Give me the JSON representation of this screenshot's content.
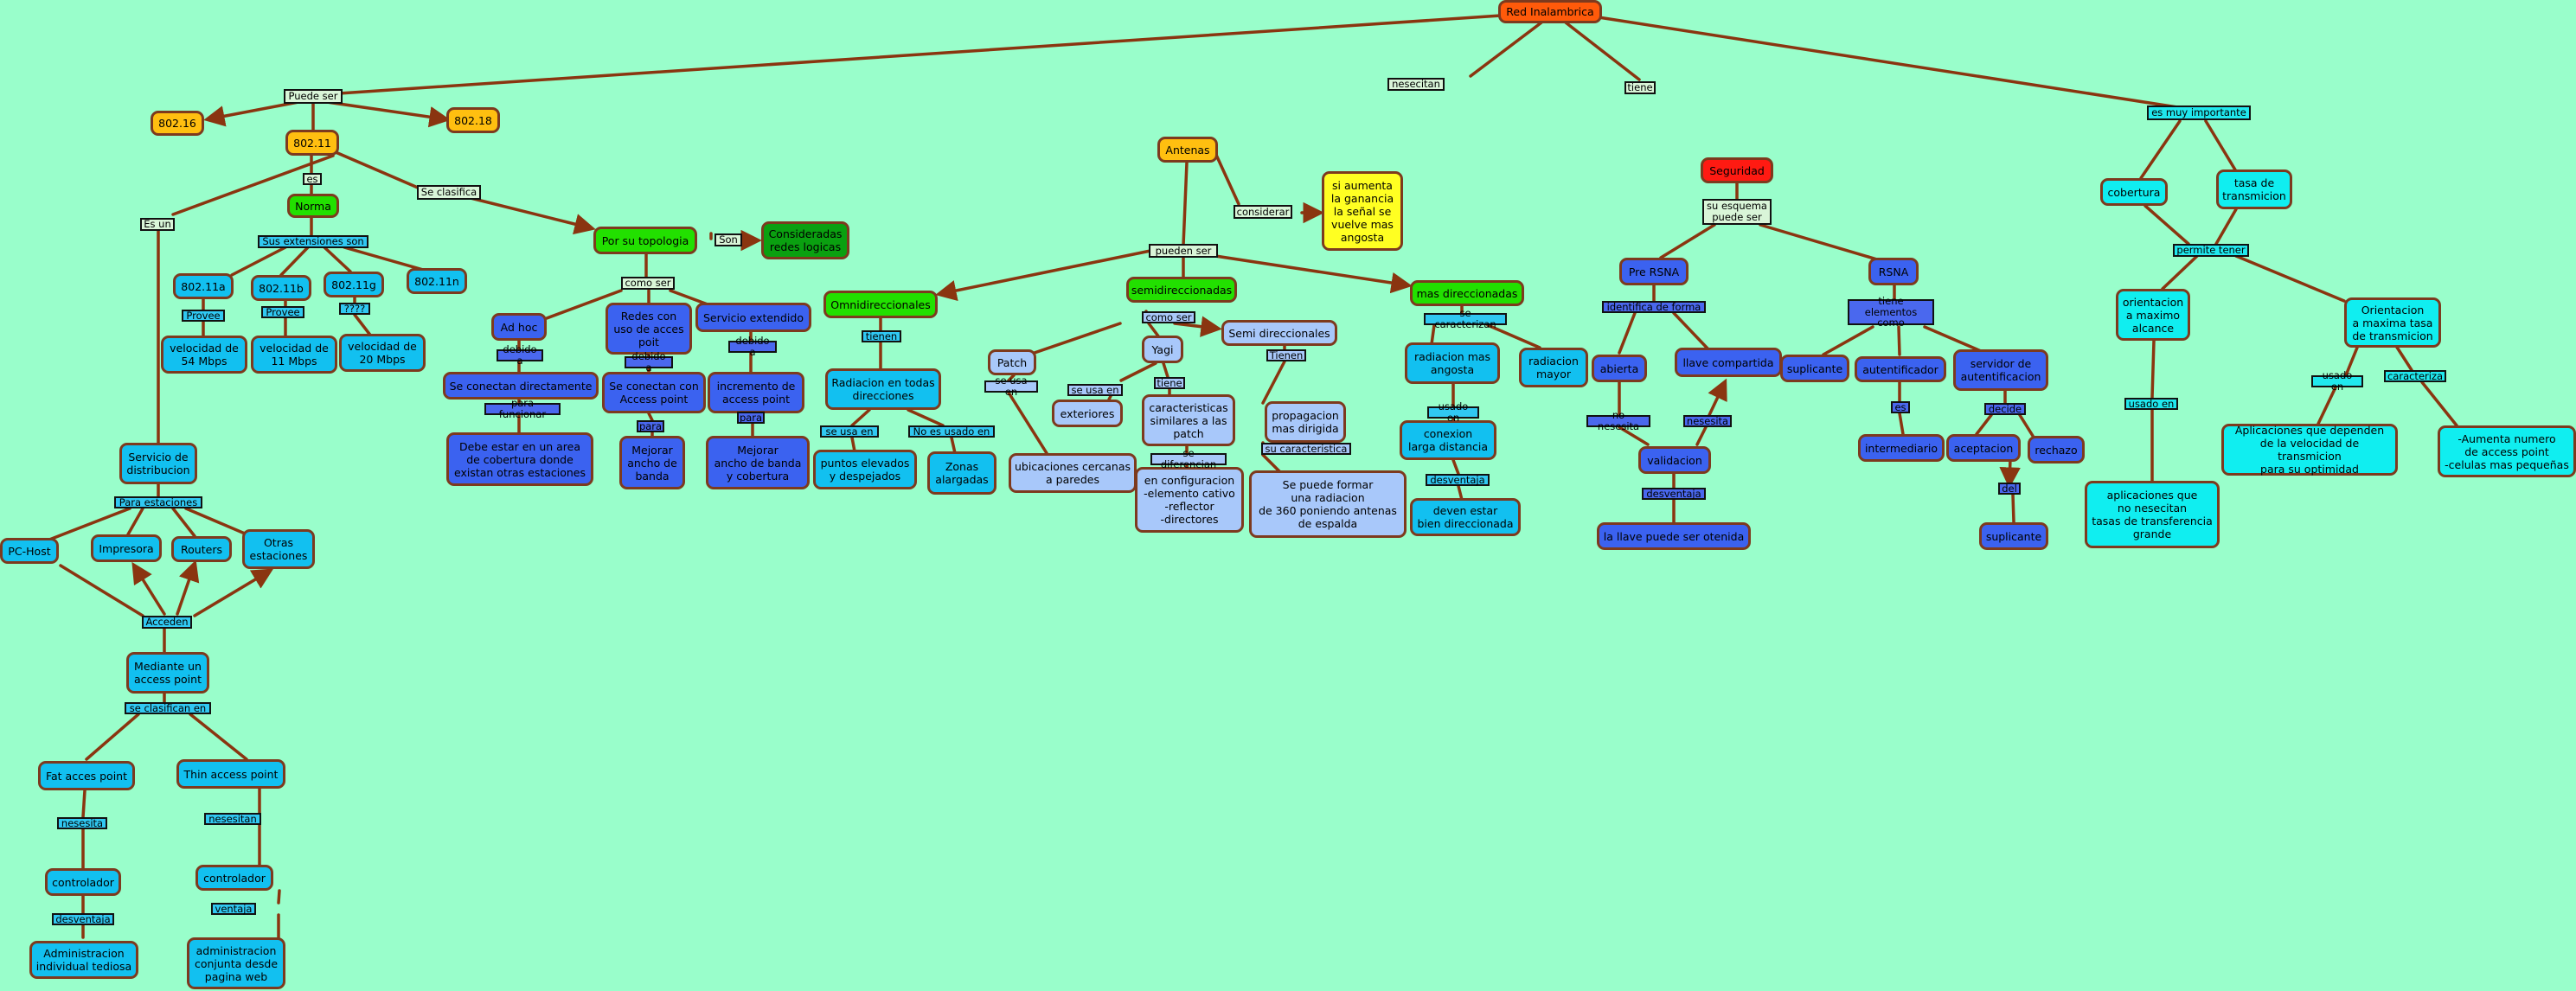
{
  "colors": {
    "background": "#99fecb",
    "edge": "#8a3510",
    "node_border": "#7d3a1e"
  },
  "nodes": {
    "root": "Red Inalambrica",
    "n80216": "802.16",
    "n80211": "802.11",
    "n80218": "802.18",
    "norma": "Norma",
    "n80211a": "802.11a",
    "n80211b": "802.11b",
    "n80211g": "802.11g",
    "n80211n": "802.11n",
    "vel54": "velocidad de\n54 Mbps",
    "vel11": "velocidad de\n11 Mbps",
    "vel20": "velocidad de\n20 Mbps",
    "serv_dist": "Servicio de\ndistribucion",
    "pchost": "PC-Host",
    "impresora": "Impresora",
    "routers": "Routers",
    "otras_est": "Otras\nestaciones",
    "mediante_ap": "Mediante un\naccess point",
    "fat_ap": "Fat acces point",
    "thin_ap": "Thin access point",
    "controlador1": "controlador",
    "controlador2": "controlador",
    "admin_ind": "Administracion\nindividual tediosa",
    "admin_conj": "administracion\nconjunta desde\npagina web",
    "topologia": "Por su topologia",
    "redes_logicas": "Consideradas\nredes logicas",
    "adhoc": "Ad hoc",
    "redes_uso_ap": "Redes con\nuso de acces\npoit",
    "serv_ext": "Servicio extendido",
    "conectan_dir": "Se conectan directamente",
    "conectan_ap": "Se conectan con\nAccess point",
    "incremento_ap": "incremento de\naccess point",
    "area_cobertura": "Debe estar en un area\nde cobertura donde\nexistan otras estaciones",
    "mejorar_banda": "Mejorar\nancho de\nbanda",
    "mejorar_cob": "Mejorar\nancho de banda\ny cobertura",
    "antenas": "Antenas",
    "ganancia": "si aumenta\nla ganancia\nla señal se\nvuelve mas\nangosta",
    "omni": "Omnidireccionales",
    "semi": "semidireccionadas",
    "mas_dir": "mas direccionadas",
    "rad_todas": "Radiacion en todas\ndirecciones",
    "puntos_elev": "puntos elevados\ny despejados",
    "zonas_alarg": "Zonas\nalargadas",
    "patch": "Patch",
    "yagi": "Yagi",
    "semi_dir": "Semi direccionales",
    "exteriores": "exteriores",
    "ubicaciones": "ubicaciones cercanas\na paredes",
    "carac_patch": "caracteristicas\nsimilares a las\npatch",
    "config": "en configuracion\n-elemento cativo\n-reflector\n-directores",
    "propagacion": "propagacion\nmas dirigida",
    "formar_rad": "Se puede formar\nuna radiacion\nde 360 poniendo antenas\nde espalda",
    "rad_angosta": "radiacion mas\nangosta",
    "rad_mayor": "radiacion\nmayor",
    "conexion_larga": "conexion\nlarga distancia",
    "bien_dir": "deven estar\nbien direccionada",
    "seguridad": "Seguridad",
    "pre_rsna": "Pre RSNA",
    "rsna": "RSNA",
    "abierta": "abierta",
    "llave_comp": "llave compartida",
    "validacion": "validacion",
    "llave_obtenida": "la llave puede ser otenida",
    "suplicante1": "suplicante",
    "autentificador": "autentificador",
    "serv_auth": "servidor de\nautentificacion",
    "intermediario": "intermediario",
    "aceptacion": "aceptacion",
    "rechazo": "rechazo",
    "suplicante2": "suplicante",
    "cobertura": "cobertura",
    "tasa_trans": "tasa de\ntransmicion",
    "orient_alcance": "orientacion\na maximo\nalcance",
    "orient_tasa": "Orientacion\na maxima tasa\nde transmicion",
    "apps_sin_tasas": "aplicaciones que\nno nesecitan\ntasas de transferencia\ngrande",
    "apps_vel": "Aplicaciones que dependen\nde la velocidad de transmicion\npara su optimidad",
    "aumenta_ap": "-Aumenta numero\nde access point\n-celulas mas pequeñas"
  },
  "links": {
    "puede_ser": "Puede ser",
    "es": "es",
    "se_clasifica": "Se clasifica",
    "es_un": "Es un",
    "sus_extensiones": "Sus extensiones son",
    "provee1": "Provee",
    "provee2": "Provee",
    "q4": "????",
    "para_estaciones": "Para estaciones",
    "acceden": "Acceden",
    "se_clasifican_en": "se clasifican en",
    "nesesita1": "nesesita",
    "nesesitan": "nesesitan",
    "desventaja1": "desventaja",
    "ventaja": "ventaja",
    "son": "Son",
    "como_ser1": "como ser",
    "debido_a1": "debido a",
    "debido_a2": "debido a",
    "debido_a3": "debido a",
    "para_funcionar": "para funcionar",
    "para1": "para",
    "para2": "para",
    "nesecitan_top": "nesecitan",
    "considerar": "considerar",
    "pueden_ser": "pueden ser",
    "tienen": "tienen",
    "se_usa_en1": "se usa en",
    "no_es_usado": "No es usado en",
    "como_ser2": "como ser",
    "se_usa_en2": "se usa en",
    "se_usa_en3": "se usa en",
    "tiene1": "tiene",
    "tienen2": "Tienen",
    "se_diferencian": "se diferencian",
    "su_caracteristica": "su caracteristica",
    "se_caracterizan1": "se caracterizan",
    "usado_en1": "usado en",
    "desventaja2": "desventaja",
    "tiene_top": "tiene",
    "su_esquema": "su esquema\npuede ser",
    "identifica_forma": "identifica de forma",
    "tiene_elementos": "tiene elementos\ncomo",
    "no_nesesita": "no nesesita",
    "nesesita2": "nesesita",
    "desventaja3": "desventaja",
    "es2": "es",
    "decide": "decide",
    "del": "del",
    "es_muy_importante": "es muy importante",
    "permite_tener": "permite tener",
    "usado_en2": "usado en",
    "caracteriza": "caracteriza"
  }
}
